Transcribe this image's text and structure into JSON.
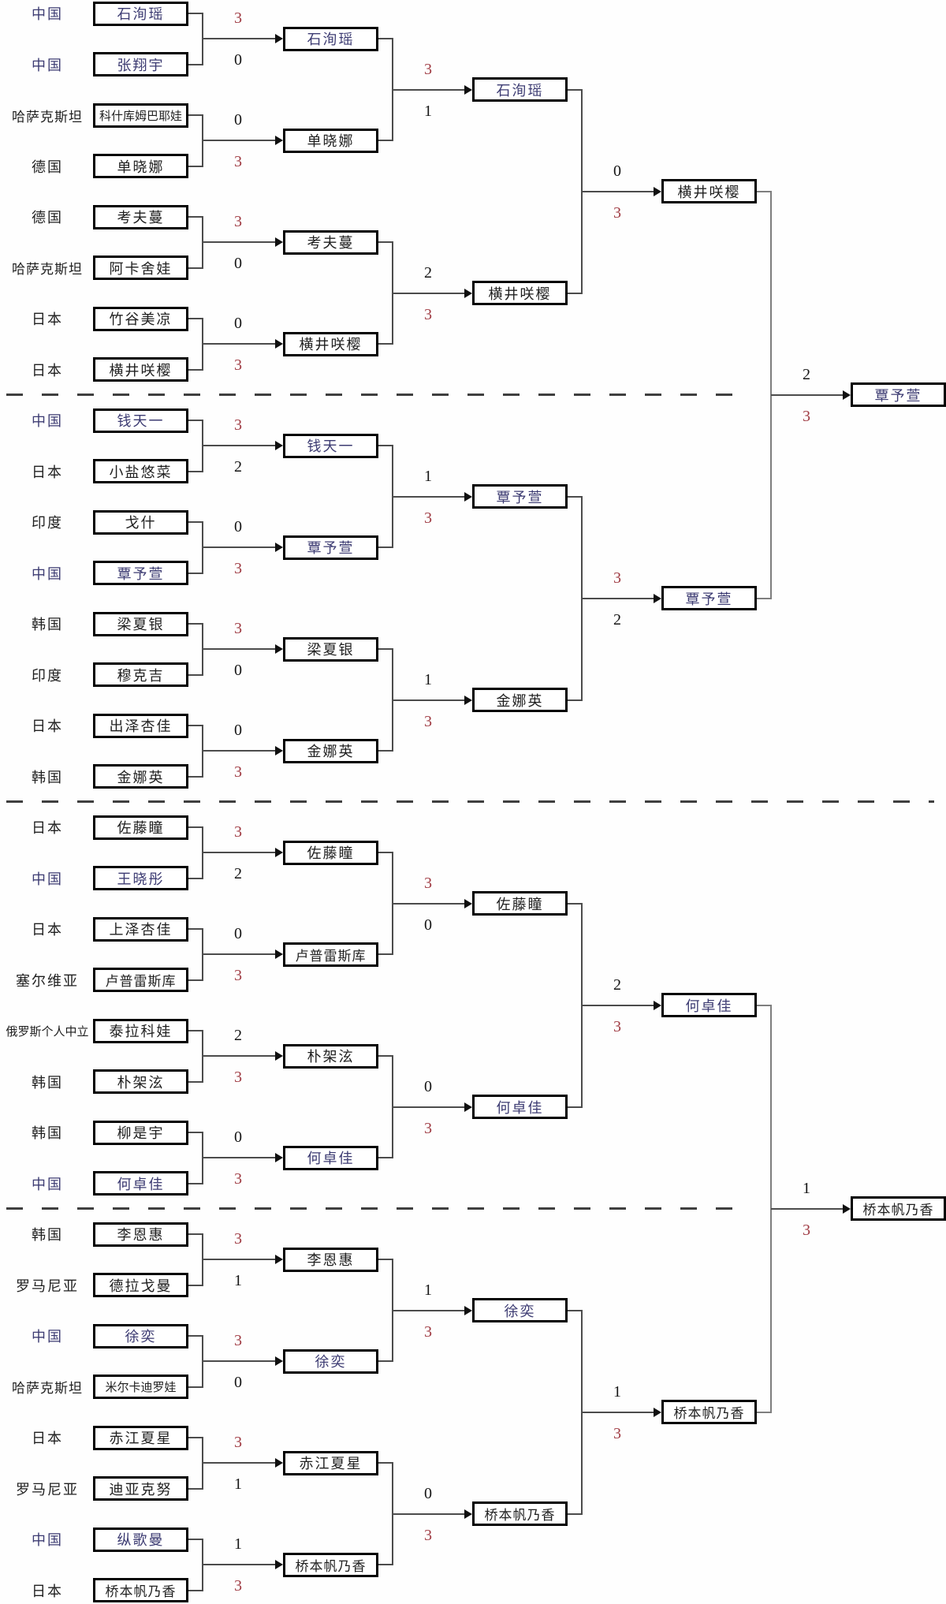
{
  "colors": {
    "china_text": "#3c3b72",
    "default_text": "#1f1f1f",
    "winner_score": "#a03c44",
    "loser_score": "#151515"
  },
  "quarters": [
    {
      "players": [
        {
          "country": "中国",
          "name": "石洵瑶",
          "cn": true
        },
        {
          "country": "中国",
          "name": "张翔宇",
          "cn": true
        },
        {
          "country": "哈萨克斯坦",
          "name": "科什库姆巴耶娃",
          "cn": false
        },
        {
          "country": "德国",
          "name": "单晓娜",
          "cn": false
        },
        {
          "country": "德国",
          "name": "考夫蔓",
          "cn": false
        },
        {
          "country": "哈萨克斯坦",
          "name": "阿卡舍娃",
          "cn": false
        },
        {
          "country": "日本",
          "name": "竹谷美凉",
          "cn": false
        },
        {
          "country": "日本",
          "name": "横井咲樱",
          "cn": false
        }
      ],
      "r32": [
        {
          "scores": [
            "3",
            "0"
          ],
          "winner": "石洵瑶",
          "cn": true
        },
        {
          "scores": [
            "0",
            "3"
          ],
          "winner": "单晓娜",
          "cn": false
        },
        {
          "scores": [
            "3",
            "0"
          ],
          "winner": "考夫蔓",
          "cn": false
        },
        {
          "scores": [
            "0",
            "3"
          ],
          "winner": "横井咲樱",
          "cn": false
        }
      ],
      "r16": [
        {
          "scores": [
            "3",
            "1"
          ],
          "winner": "石洵瑶",
          "cn": true
        },
        {
          "scores": [
            "2",
            "3"
          ],
          "winner": "横井咲樱",
          "cn": false
        }
      ],
      "qf": {
        "scores": [
          "0",
          "3"
        ],
        "winner": "横井咲樱",
        "cn": false
      }
    },
    {
      "players": [
        {
          "country": "中国",
          "name": "钱天一",
          "cn": true
        },
        {
          "country": "日本",
          "name": "小盐悠菜",
          "cn": false
        },
        {
          "country": "印度",
          "name": "戈什",
          "cn": false
        },
        {
          "country": "中国",
          "name": "覃予萱",
          "cn": true
        },
        {
          "country": "韩国",
          "name": "梁夏银",
          "cn": false
        },
        {
          "country": "印度",
          "name": "穆克吉",
          "cn": false
        },
        {
          "country": "日本",
          "name": "出泽杏佳",
          "cn": false
        },
        {
          "country": "韩国",
          "name": "金娜英",
          "cn": false
        }
      ],
      "r32": [
        {
          "scores": [
            "3",
            "2"
          ],
          "winner": "钱天一",
          "cn": true
        },
        {
          "scores": [
            "0",
            "3"
          ],
          "winner": "覃予萱",
          "cn": true
        },
        {
          "scores": [
            "3",
            "0"
          ],
          "winner": "梁夏银",
          "cn": false
        },
        {
          "scores": [
            "0",
            "3"
          ],
          "winner": "金娜英",
          "cn": false
        }
      ],
      "r16": [
        {
          "scores": [
            "1",
            "3"
          ],
          "winner": "覃予萱",
          "cn": true
        },
        {
          "scores": [
            "1",
            "3"
          ],
          "winner": "金娜英",
          "cn": false
        }
      ],
      "qf": {
        "scores": [
          "3",
          "2"
        ],
        "winner": "覃予萱",
        "cn": true
      }
    },
    {
      "players": [
        {
          "country": "日本",
          "name": "佐藤瞳",
          "cn": false
        },
        {
          "country": "中国",
          "name": "王晓彤",
          "cn": true
        },
        {
          "country": "日本",
          "name": "上泽杏佳",
          "cn": false
        },
        {
          "country": "塞尔维亚",
          "name": "卢普雷斯库",
          "cn": false
        },
        {
          "country": "俄罗斯个人中立",
          "name": "泰拉科娃",
          "cn": false
        },
        {
          "country": "韩国",
          "name": "朴架泫",
          "cn": false
        },
        {
          "country": "韩国",
          "name": "柳是宇",
          "cn": false
        },
        {
          "country": "中国",
          "name": "何卓佳",
          "cn": true
        }
      ],
      "r32": [
        {
          "scores": [
            "3",
            "2"
          ],
          "winner": "佐藤瞳",
          "cn": false
        },
        {
          "scores": [
            "0",
            "3"
          ],
          "winner": "卢普雷斯库",
          "cn": false
        },
        {
          "scores": [
            "2",
            "3"
          ],
          "winner": "朴架泫",
          "cn": false
        },
        {
          "scores": [
            "0",
            "3"
          ],
          "winner": "何卓佳",
          "cn": true
        }
      ],
      "r16": [
        {
          "scores": [
            "3",
            "0"
          ],
          "winner": "佐藤瞳",
          "cn": false
        },
        {
          "scores": [
            "0",
            "3"
          ],
          "winner": "何卓佳",
          "cn": true
        }
      ],
      "qf": {
        "scores": [
          "2",
          "3"
        ],
        "winner": "何卓佳",
        "cn": true
      }
    },
    {
      "players": [
        {
          "country": "韩国",
          "name": "李恩惠",
          "cn": false
        },
        {
          "country": "罗马尼亚",
          "name": "德拉戈曼",
          "cn": false
        },
        {
          "country": "中国",
          "name": "徐奕",
          "cn": true
        },
        {
          "country": "哈萨克斯坦",
          "name": "米尔卡迪罗娃",
          "cn": false
        },
        {
          "country": "日本",
          "name": "赤江夏星",
          "cn": false
        },
        {
          "country": "罗马尼亚",
          "name": "迪亚克努",
          "cn": false
        },
        {
          "country": "中国",
          "name": "纵歌曼",
          "cn": true
        },
        {
          "country": "日本",
          "name": "桥本帆乃香",
          "cn": false
        }
      ],
      "r32": [
        {
          "scores": [
            "3",
            "1"
          ],
          "winner": "李恩惠",
          "cn": false
        },
        {
          "scores": [
            "3",
            "0"
          ],
          "winner": "徐奕",
          "cn": true
        },
        {
          "scores": [
            "3",
            "1"
          ],
          "winner": "赤江夏星",
          "cn": false
        },
        {
          "scores": [
            "1",
            "3"
          ],
          "winner": "桥本帆乃香",
          "cn": false
        }
      ],
      "r16": [
        {
          "scores": [
            "1",
            "3"
          ],
          "winner": "徐奕",
          "cn": true
        },
        {
          "scores": [
            "0",
            "3"
          ],
          "winner": "桥本帆乃香",
          "cn": false
        }
      ],
      "qf": {
        "scores": [
          "1",
          "3"
        ],
        "winner": "桥本帆乃香",
        "cn": false
      }
    }
  ],
  "semifinals": [
    {
      "scores": [
        "2",
        "3"
      ],
      "winner": "覃予萱",
      "cn": true
    },
    {
      "scores": [
        "1",
        "3"
      ],
      "winner": "桥本帆乃香",
      "cn": false
    }
  ]
}
